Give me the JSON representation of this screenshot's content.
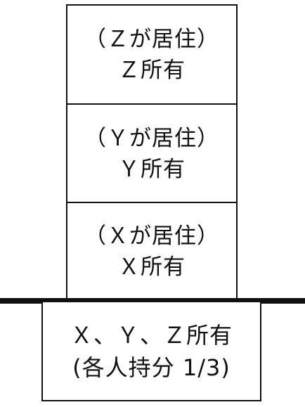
{
  "floors": [
    {
      "resident": "（Ｚが居住）",
      "owner": "Ｚ所有"
    },
    {
      "resident": "（Ｙが居住）",
      "owner": "Ｙ所有"
    },
    {
      "resident": "（Ｘが居住）",
      "owner": "Ｘ所有"
    }
  ],
  "land": {
    "owners": "Ｘ、Ｙ、Ｚ所有",
    "share": "(各人持分 1/3)"
  }
}
